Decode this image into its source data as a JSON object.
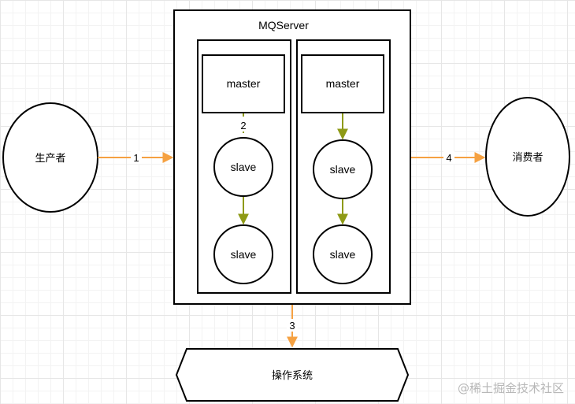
{
  "diagram": {
    "server_title": "MQServer",
    "producer": "生产者",
    "consumer": "消费者",
    "os": "操作系统",
    "left_group": {
      "master": "master",
      "slave1": "slave",
      "slave2": "slave"
    },
    "right_group": {
      "master": "master",
      "slave1": "slave",
      "slave2": "slave"
    },
    "edge_labels": {
      "e1": "1",
      "e2": "2",
      "e3": "3",
      "e4": "4"
    }
  },
  "colors": {
    "orange_arrow": "#f5a142",
    "olive_arrow": "#8e9a16",
    "stroke": "#000000"
  },
  "watermark": "@稀土掘金技术社区"
}
